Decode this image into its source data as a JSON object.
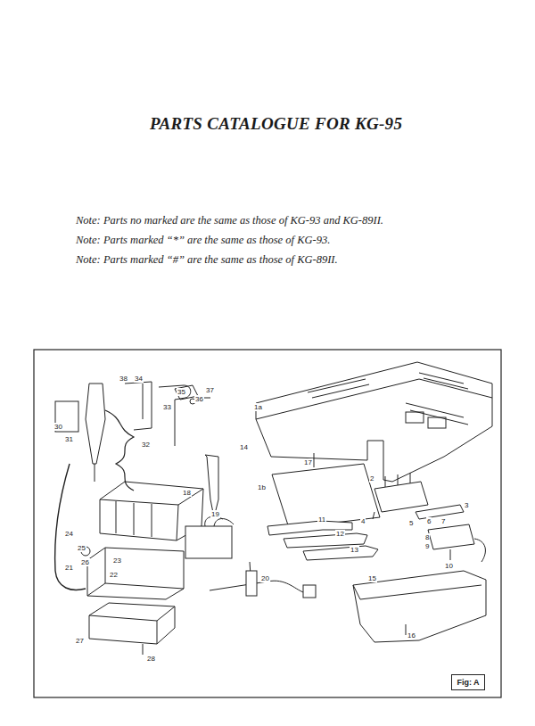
{
  "diagram": {
    "title": "PARTS CATALOGUE FOR KG-95",
    "nodes": [
      {
        "text": [
          "Fig: A"
        ]
      }
    ],
    "labels": [
      "Note: Parts no marked are the same as those of KG-93 and KG-89II.",
      "Note: Parts marked “*” are the same as those of KG-93.",
      "Note: Parts marked “#” are the same as those of KG-89II.",
      "38",
      "34",
      "35",
      "36",
      "37",
      "33",
      "30",
      "31",
      "32",
      "1a",
      "14",
      "17",
      "1b",
      "18",
      "2",
      "3",
      "4",
      "19",
      "11",
      "5",
      "6",
      "7",
      "8",
      "9",
      "12",
      "13",
      "24",
      "25",
      "26",
      "23",
      "21",
      "22",
      "10",
      "20",
      "15",
      "16",
      "27",
      "28"
    ]
  }
}
